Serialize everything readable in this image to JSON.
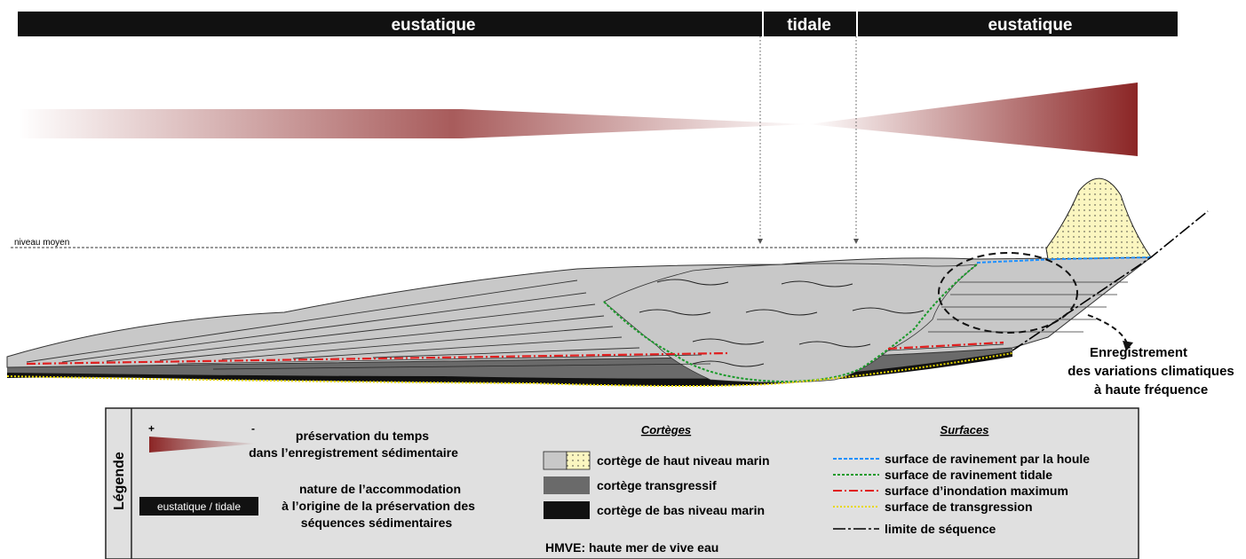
{
  "header": {
    "left_label": "eustatique",
    "middle_label": "tidale",
    "right_label": "eustatique"
  },
  "profile": {
    "sea_level_label": "niveau moyen",
    "annotation_line1": "Enregistrement",
    "annotation_line2": "des variations climatiques",
    "annotation_line3": "à haute fréquence"
  },
  "legend": {
    "title": "Légende",
    "gradient_plus": "+",
    "gradient_minus": "-",
    "gradient_text_line1": "préservation du temps",
    "gradient_text_line2": "dans l’enregistrement sédimentaire",
    "box_label": "eustatique / tidale",
    "box_text_line1": "nature de l’accommodation",
    "box_text_line2": "à l’origine de la préservation des",
    "box_text_line3": "séquences sédimentaires",
    "cortege_title": "Cortèges",
    "corteges": [
      "cortège de haut niveau marin",
      "cortège transgressif",
      "cortège de bas niveau marin"
    ],
    "hmve": "HMVE: haute mer de vive eau",
    "surfaces_title": "Surfaces",
    "surfaces": [
      {
        "label": "surface de ravinement par la houle",
        "color": "#1e90ff"
      },
      {
        "label": "surface de ravinement tidale",
        "color": "#1a9a2a"
      },
      {
        "label": "surface d’inondation maximum",
        "color": "#e02020"
      },
      {
        "label": "surface de transgression",
        "color": "#e8d800"
      },
      {
        "label": "limite de séquence",
        "color": "#000000"
      }
    ]
  },
  "colors": {
    "gradient_dark": "#8b2525",
    "highstand": "#c8c8c8",
    "transgressive": "#6a6a6a",
    "lowstand": "#111111",
    "dune": "#fbf6c0",
    "legend_bg": "#e0e0e0"
  }
}
